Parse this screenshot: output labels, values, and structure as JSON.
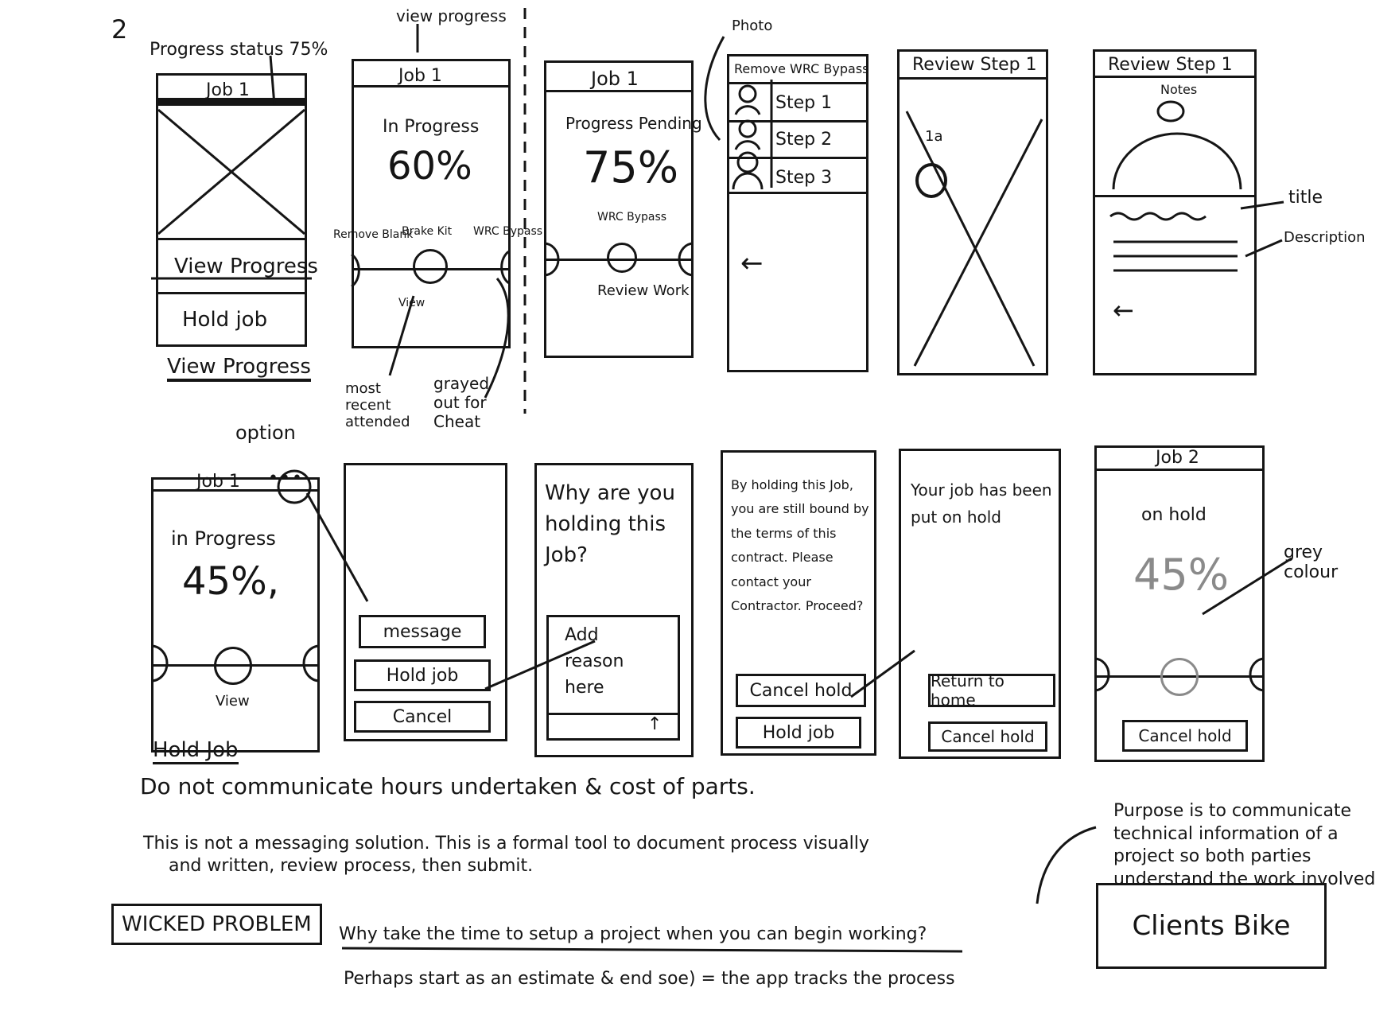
{
  "page_number": "2",
  "notes": {
    "view_progress_top": "view progress",
    "photo": "Photo",
    "progress_status": "Progress status 75%",
    "view_progress_under": "View Progress",
    "option": "option",
    "most_recent": "most recent attended",
    "grayed_out": "grayed out for Cheat",
    "title_note": "title",
    "description_note": "Description",
    "grey_colour": "grey colour",
    "hold_job_label": "Hold Job"
  },
  "screens_top": {
    "s1": {
      "title": "Job 1",
      "btn1": "View Progress",
      "btn2": "Hold job"
    },
    "s2": {
      "title": "Job 1",
      "status": "In Progress",
      "percent": "60%",
      "lbl_left": "Remove Blank",
      "lbl_mid": "Brake Kit",
      "lbl_right": "WRC Bypass",
      "lbl_below": "View"
    },
    "s3": {
      "title": "Job 1",
      "status": "Progress Pending",
      "percent": "75%",
      "lbl_mid": "WRC Bypass",
      "lbl_below": "Review Work"
    },
    "s4": {
      "title": "Remove WRC Bypass",
      "steps": [
        "Step 1",
        "Step 2",
        "Step 3"
      ]
    },
    "s5": {
      "title": "Review Step 1",
      "marker": "1a"
    },
    "s6": {
      "title": "Review Step 1",
      "notes": "Notes"
    }
  },
  "screens_bottom": {
    "b1": {
      "title": "Job 1",
      "status": "in Progress",
      "percent": "45%,",
      "lbl_below": "View"
    },
    "b2": {
      "btn1": "message",
      "btn2": "Hold job",
      "btn3": "Cancel"
    },
    "b3": {
      "question": "Why are you holding this Job?",
      "input": "Add reason here",
      "send": "↑"
    },
    "b4": {
      "message": "By holding this Job, you are still bound by the terms of this contract. Please contact your Contractor. Proceed?",
      "btn1": "Cancel hold",
      "btn2": "Hold job"
    },
    "b5": {
      "message": "Your job has been put on hold",
      "btn1": "Return to home",
      "btn2": "Cancel hold"
    },
    "b6": {
      "title": "Job 2",
      "status": "on hold",
      "percent": "45%",
      "btn1": "Cancel hold"
    }
  },
  "footer": {
    "line1": "Do not communicate hours undertaken & cost of parts.",
    "line2a": "This is not a messaging solution. This is a formal tool to document process visually",
    "line2b": "and written, review process, then submit.",
    "wicked": "WICKED PROBLEM",
    "question": "Why take the time to setup a project when you can begin working?",
    "line4": "Perhaps start as an estimate & end soe) = the app tracks the process",
    "purpose": "Purpose is to communicate technical information of a project so both parties understand the work involved",
    "clients": "Clients Bike"
  }
}
